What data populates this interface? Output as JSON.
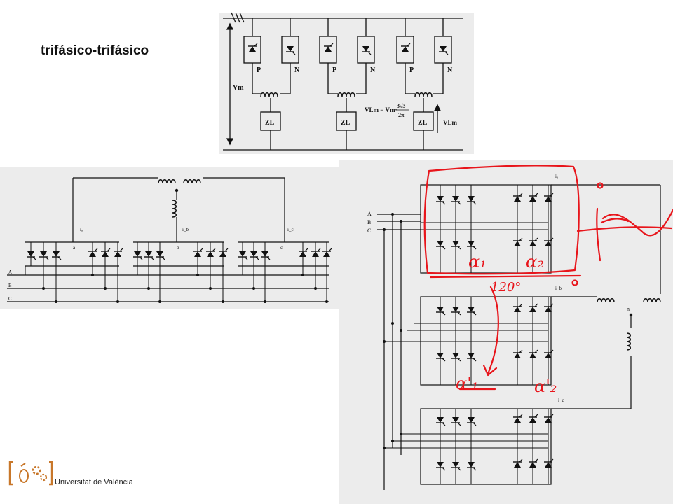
{
  "slide": {
    "title": "trifásico-trifásico",
    "footer": "Universitat de València"
  },
  "top_diagram": {
    "vm_label": "Vm",
    "converter_labels": [
      "P",
      "N",
      "P",
      "N",
      "P",
      "N"
    ],
    "load_labels": [
      "ZL",
      "ZL",
      "ZL"
    ],
    "formula": "VLm = Vm·",
    "formula_num": "3√3",
    "formula_den": "2π",
    "vlm_label": "VLm"
  },
  "left_diagram": {
    "phase_labels": [
      "A",
      "B",
      "C"
    ],
    "node_labels": [
      "a",
      "b",
      "c"
    ],
    "current_labels": [
      "iₐ",
      "i_b",
      "i_c"
    ]
  },
  "right_diagram": {
    "phase_labels": [
      "A",
      "B",
      "C"
    ],
    "current_labels": [
      "iₐ",
      "i_b",
      "i_c"
    ],
    "node_label": "n"
  },
  "annotations": {
    "alpha1": "α₁",
    "alpha2": "α₂",
    "angle": "120°",
    "alpha1p": "α'₁",
    "alpha2p": "α'₂"
  },
  "colors": {
    "ink": "#e8151b",
    "panel": "#ececec",
    "logo": "#c8772a"
  }
}
